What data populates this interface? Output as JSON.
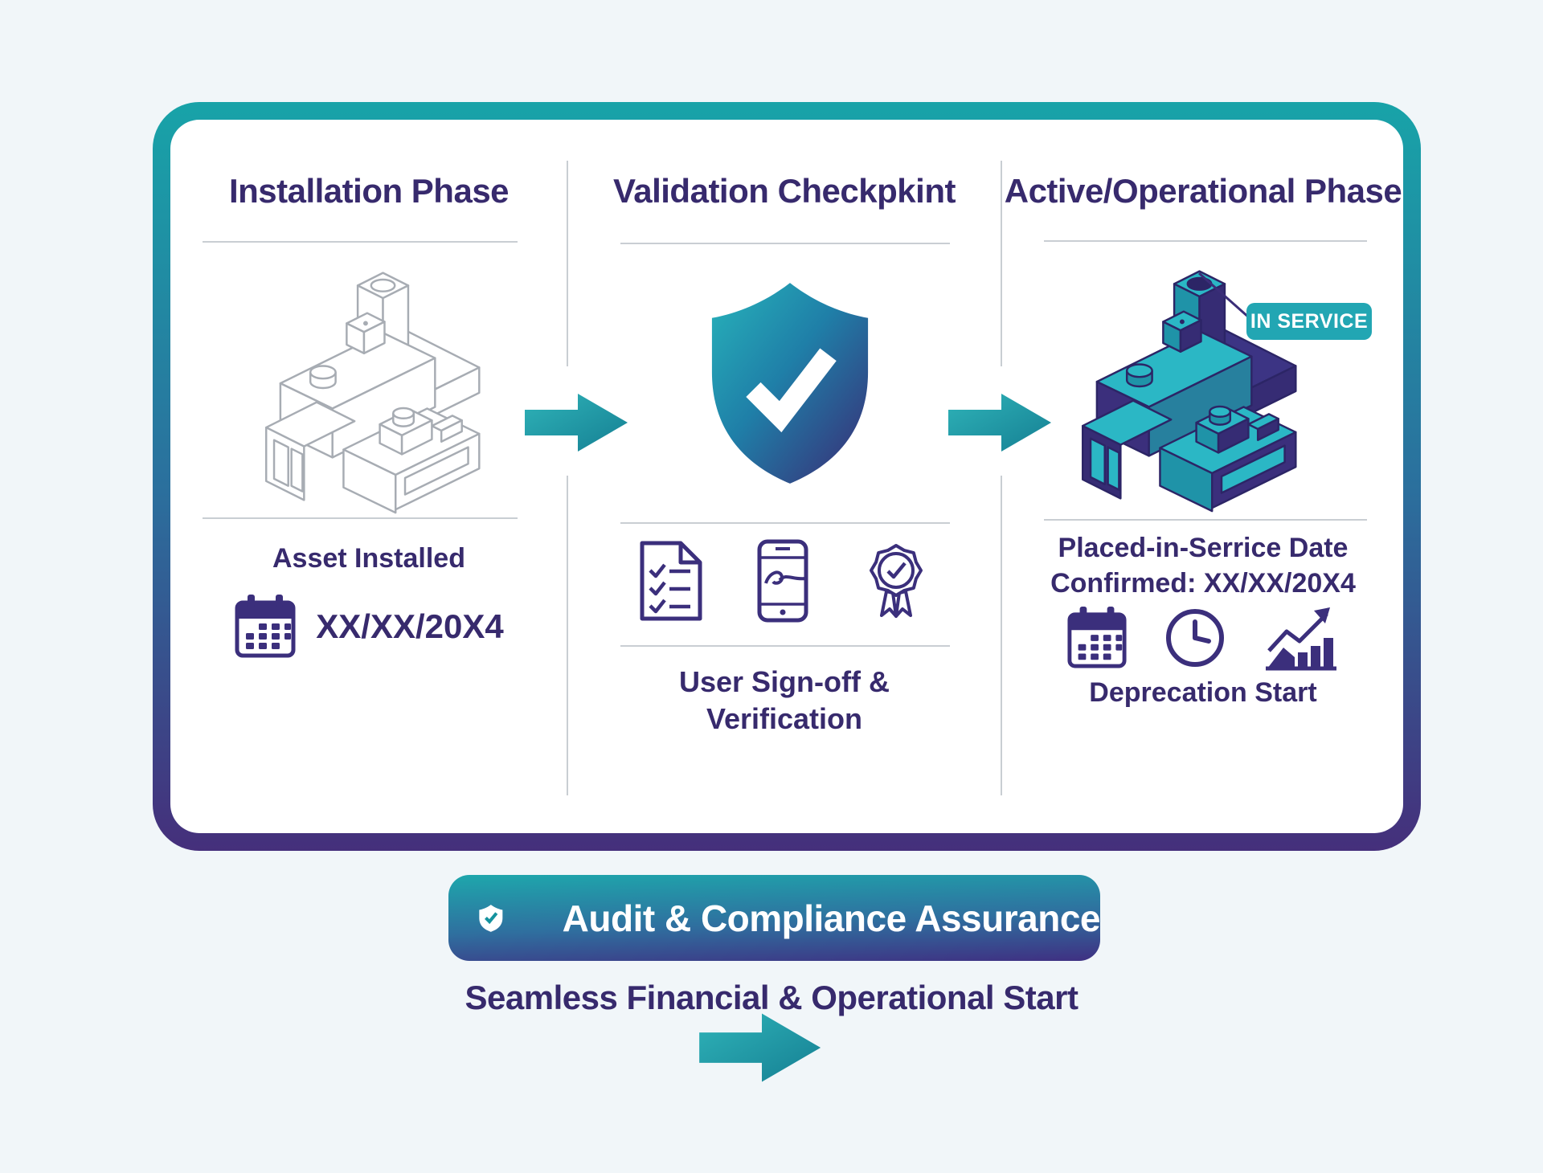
{
  "colors": {
    "page_bg": "#f1f6f9",
    "card_bg": "#ffffff",
    "border_teal": "#18a3a8",
    "border_purple": "#452f7b",
    "ink": "#372a6d",
    "divider": "#c9ced3",
    "teal_arrow": "#1d9ca6",
    "in_service_bg": "#22a6b3",
    "footer_badge_top": "#1ea7ac",
    "footer_badge_bottom": "#3f3082"
  },
  "phases": [
    {
      "title": "Installation Phase",
      "caption": "Asset Installed",
      "date": "XX/XX/20X4",
      "illustration": "machinery-outline-illustration",
      "icons": [
        "calendar-icon"
      ]
    },
    {
      "title": "Validation Checkpkint",
      "main_icon": "shield-check-icon",
      "icons": [
        "checklist-document-icon",
        "phone-signature-icon",
        "award-rosette-icon"
      ],
      "caption_line1": "User Sign-off &",
      "caption_line2": "Verification"
    },
    {
      "title": "Active/Operational Phase",
      "service_badge": "IN SERVICE",
      "illustration": "machinery-active-illustration",
      "caption_line1": "Placed-in-Serrice Date",
      "caption_line2": "Confirmed: XX/XX/20X4",
      "icons": [
        "calendar-icon",
        "clock-icon",
        "growth-chart-icon"
      ],
      "sub_caption": "Deprecation Start"
    }
  ],
  "connectors": {
    "between_phases": "teal-block-arrow-right",
    "bottom": "teal-block-arrow-right"
  },
  "footer": {
    "badge_icon": "shield-check-icon",
    "badge_label": "Audit & Compliance Assurance",
    "tagline": "Seamless Financial & Operational Start"
  }
}
